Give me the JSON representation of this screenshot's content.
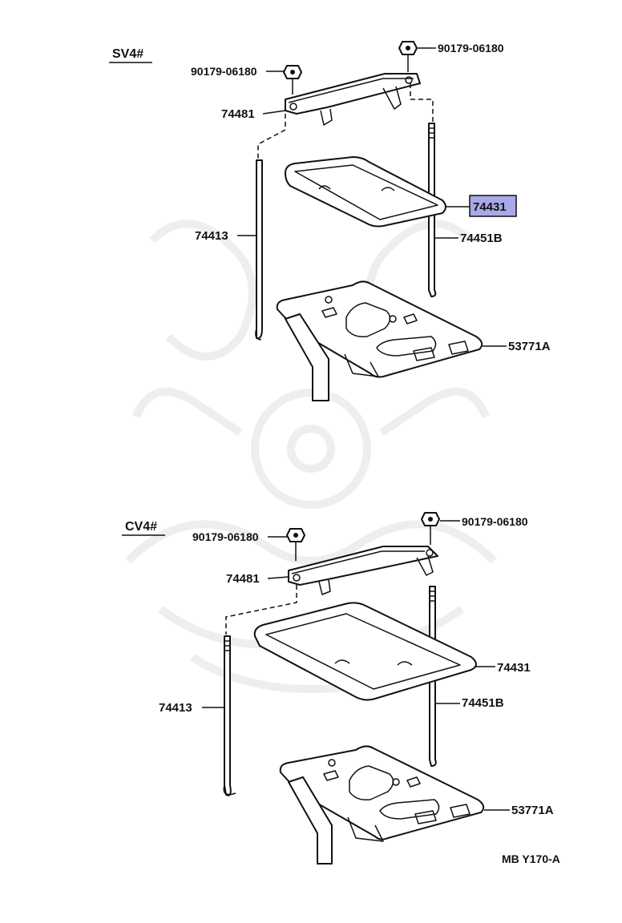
{
  "highlight_color": "#a9a9e8",
  "sections": [
    {
      "header": "SV4#",
      "labels": {
        "nut_left": "90179-06180",
        "nut_right": "90179-06180",
        "clamp": "74481",
        "tray": "74431",
        "rod_left": "74413",
        "rod_right": "74451B",
        "carrier": "53771A"
      }
    },
    {
      "header": "CV4#",
      "labels": {
        "nut_left": "90179-06180",
        "nut_right": "90179-06180",
        "clamp": "74481",
        "tray": "74431",
        "rod_left": "74413",
        "rod_right": "74451B",
        "carrier": "53771A"
      }
    }
  ],
  "footer_code": "MB Y170-A"
}
